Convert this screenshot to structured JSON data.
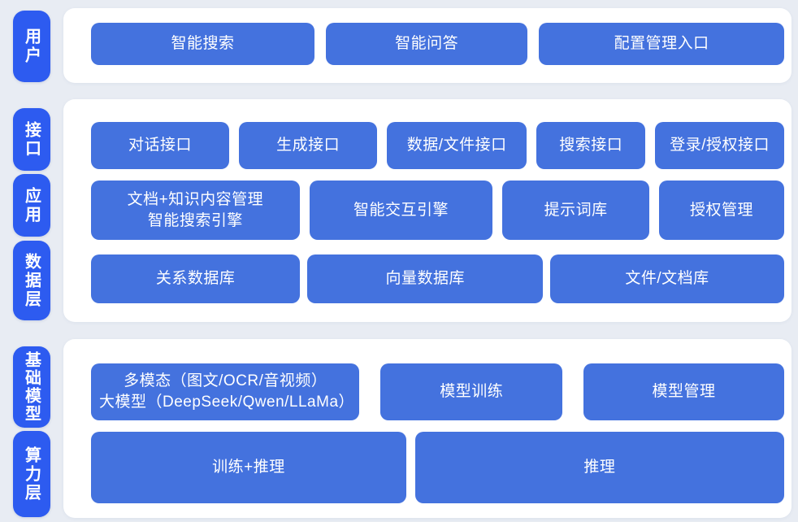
{
  "colors": {
    "bg": "#e8ecf3",
    "panel": "#ffffff",
    "rail": "#2d5bf0",
    "block": "#4472de",
    "text": "#ffffff"
  },
  "diagram": {
    "user": {
      "rail": "用户",
      "blocks": [
        "智能搜索",
        "智能问答",
        "配置管理入口"
      ]
    },
    "interface": {
      "rail": "接口",
      "blocks": [
        "对话接口",
        "生成接口",
        "数据/文件接口",
        "搜索接口",
        "登录/授权接口"
      ]
    },
    "application": {
      "rail": "应用",
      "blocks": [
        "文档+知识内容管理\n智能搜索引擎",
        "智能交互引擎",
        "提示词库",
        "授权管理"
      ]
    },
    "data_layer": {
      "rail": "数据层",
      "blocks": [
        "关系数据库",
        "向量数据库",
        "文件/文档库"
      ]
    },
    "foundation_model": {
      "rail": "基础模型",
      "blocks": [
        "多模态（图文/OCR/音视频）\n大模型（DeepSeek/Qwen/LLaMa）",
        "模型训练",
        "模型管理"
      ]
    },
    "compute_layer": {
      "rail": "算力层",
      "blocks": [
        "训练+推理",
        "推理"
      ]
    }
  }
}
